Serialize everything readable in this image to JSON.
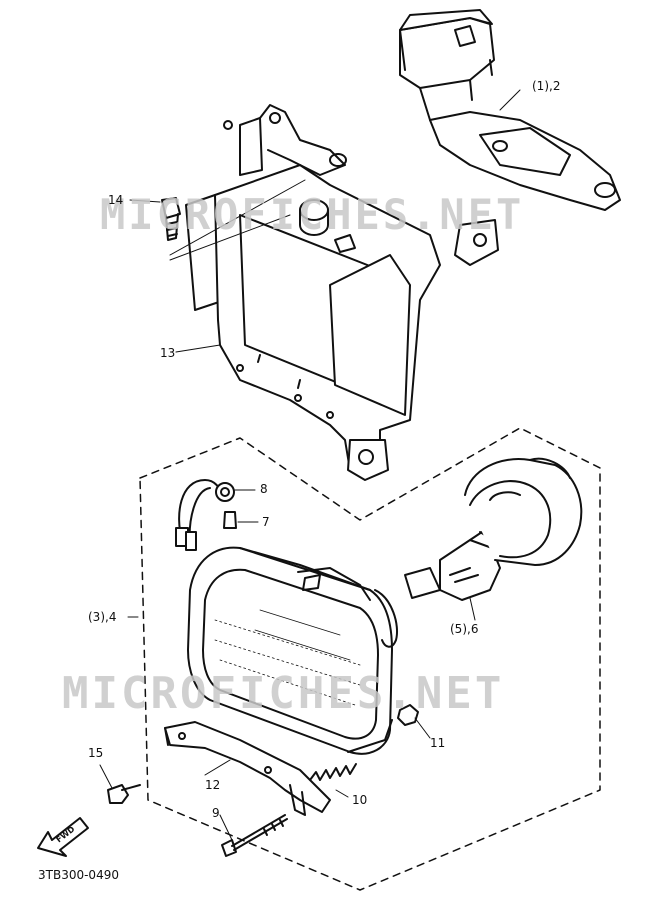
{
  "watermarks": [
    "MICROFICHES.NET",
    "MICROFICHES.NET"
  ],
  "diagram_code": "3TB300-0490",
  "fwd_label": "FWD",
  "callouts": [
    {
      "id": "c-1-2",
      "text": "(1),2"
    },
    {
      "id": "c-14",
      "text": "14"
    },
    {
      "id": "c-13",
      "text": "13"
    },
    {
      "id": "c-8",
      "text": "8"
    },
    {
      "id": "c-7",
      "text": "7"
    },
    {
      "id": "c-3-4",
      "text": "(3),4"
    },
    {
      "id": "c-5-6",
      "text": "(5),6"
    },
    {
      "id": "c-11",
      "text": "11"
    },
    {
      "id": "c-15",
      "text": "15"
    },
    {
      "id": "c-12",
      "text": "12"
    },
    {
      "id": "c-10",
      "text": "10"
    },
    {
      "id": "c-9",
      "text": "9"
    }
  ]
}
